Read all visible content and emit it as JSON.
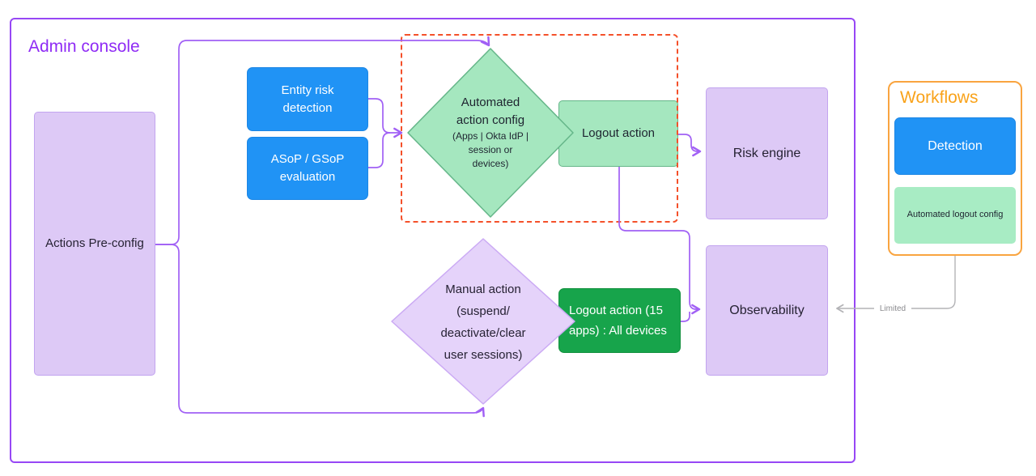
{
  "admin_console": {
    "title": "Admin console",
    "actions_preconfig": "Actions Pre-config",
    "entity_risk": [
      "Entity risk",
      "detection"
    ],
    "asop": [
      "ASoP / GSoP",
      "evaluation"
    ],
    "automated_diamond": {
      "title": [
        "Automated",
        "action config"
      ],
      "subtitle": [
        "(Apps | Okta IdP |",
        "session or",
        "devices)"
      ]
    },
    "logout_action": "Logout action",
    "risk_engine": "Risk engine",
    "manual_diamond": [
      "Manual action",
      "(suspend/",
      "deactivate/clear",
      "user sessions)"
    ],
    "logout_15": [
      "Logout action (15",
      "apps) : All devices"
    ],
    "observability": "Observability"
  },
  "workflows": {
    "title": "Workflows",
    "detection": "Detection",
    "automated_logout_config": "Automated logout config"
  },
  "connector_labels": {
    "limited": "Limited"
  },
  "colors": {
    "admin_border": "#9747f5",
    "admin_title": "#8f2bf5",
    "workflows_border": "#f9a43f",
    "workflows_title": "#f9a219",
    "blue_node": "#2093f5",
    "mint_fill": "#a5e7bf",
    "mint_border": "#65b689",
    "dark_green_fill": "#17a44b",
    "lavender_fill": "#ddc9f6",
    "lavender_border": "#c2a4ef",
    "purple_diamond_fill": "#e5d3fa",
    "purple_diamond_border": "#cbaaf4",
    "connector_purple": "#a160f5",
    "connector_gray": "#b3b3b6",
    "dashed_border": "#f4502a"
  }
}
